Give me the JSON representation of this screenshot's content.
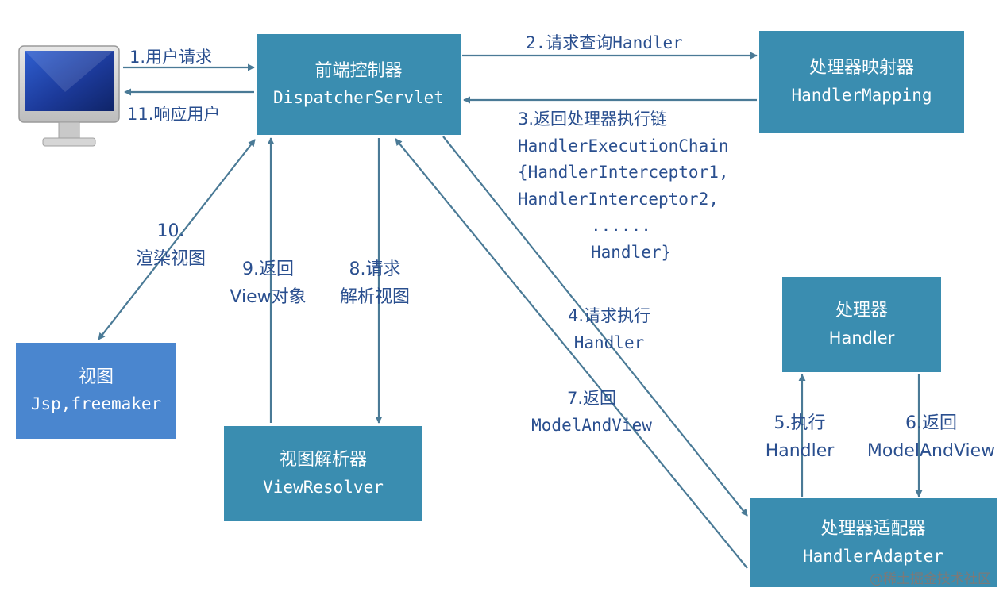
{
  "nodes": {
    "dispatcher": {
      "title": "前端控制器",
      "subtitle": "DispatcherServlet"
    },
    "mapping": {
      "title": "处理器映射器",
      "subtitle": "HandlerMapping"
    },
    "view": {
      "title": "视图",
      "subtitle": "Jsp,freemaker"
    },
    "resolver": {
      "title": "视图解析器",
      "subtitle": "ViewResolver"
    },
    "handler": {
      "title": "处理器",
      "subtitle": "Handler"
    },
    "adapter": {
      "title": "处理器适配器",
      "subtitle": "HandlerAdapter"
    }
  },
  "labels": {
    "step1": "1.用户请求",
    "step11": "11.响应用户",
    "step2": "2.请求查询Handler",
    "step3": {
      "line1": "3.返回处理器执行链",
      "line2": "HandlerExecutionChain",
      "line3": "{HandlerInterceptor1,",
      "line4": "HandlerInterceptor2,",
      "line5": "......",
      "line6": "Handler}"
    },
    "step4": {
      "line1": "4.请求执行",
      "line2": "Handler"
    },
    "step5": {
      "line1": "5.执行",
      "line2": "Handler"
    },
    "step6": {
      "line1": "6.返回",
      "line2": "ModelAndView"
    },
    "step7": {
      "line1": "7.返回",
      "line2": "ModelAndView"
    },
    "step8": {
      "line1": "8.请求",
      "line2": "解析视图"
    },
    "step9": {
      "line1": "9.返回",
      "line2": "View对象"
    },
    "step10": {
      "line1": "10.",
      "line2": "渲染视图"
    }
  },
  "colors": {
    "box_teal": "#3a8db0",
    "box_blue": "#4a86cf",
    "arrow": "#4a7a96",
    "label_text": "#2a4f8f"
  },
  "icons": {
    "computer": "desktop-computer-icon"
  },
  "watermark": "@稀土掘金技术社区"
}
